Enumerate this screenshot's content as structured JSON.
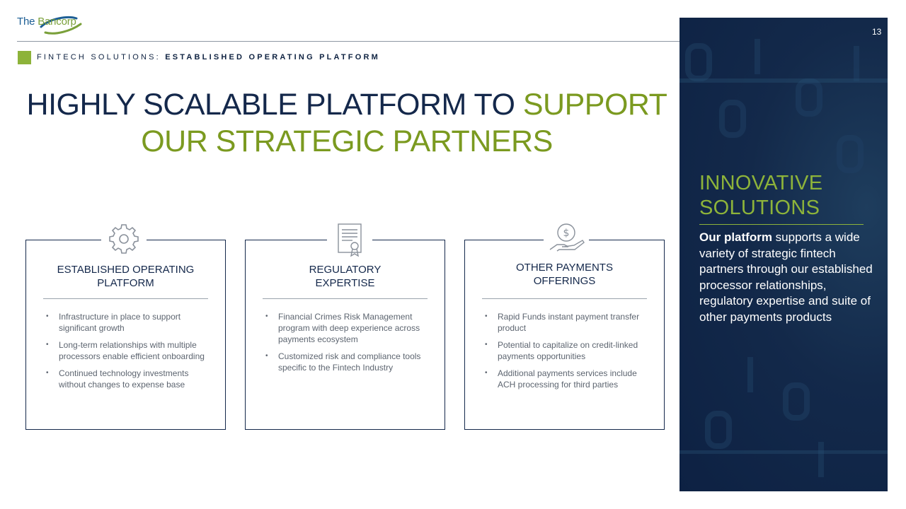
{
  "brand": {
    "name_prefix": "The",
    "name_main": "Bancorp",
    "colors": {
      "navy": "#14284b",
      "green": "#7b9a20",
      "accent_green": "#8db33a"
    }
  },
  "page_number": "13",
  "section": {
    "prefix": "FINTECH SOLUTIONS: ",
    "emphasis": "ESTABLISHED OPERATING PLATFORM"
  },
  "headline": {
    "line1_navy": "HIGHLY SCALABLE PLATFORM TO ",
    "line1_green": "SUPPORT",
    "line2_green": "OUR STRATEGIC PARTNERS"
  },
  "cards": [
    {
      "icon": "gear-icon",
      "title_line1": "ESTABLISHED OPERATING",
      "title_line2": "PLATFORM",
      "bullets": [
        "Infrastructure in place to support significant growth",
        "Long-term relationships with multiple processors enable efficient onboarding",
        "Continued technology investments without changes to expense base"
      ]
    },
    {
      "icon": "certificate-icon",
      "title_line1": "REGULATORY",
      "title_line2": "EXPERTISE",
      "bullets": [
        "Financial Crimes Risk Management program with deep experience across payments ecosystem",
        "Customized risk and compliance tools specific to the Fintech Industry"
      ]
    },
    {
      "icon": "hand-dollar-icon",
      "title_line1": "OTHER PAYMENTS",
      "title_line2": "OFFERINGS",
      "bullets": [
        "Rapid Funds instant payment transfer product",
        "Potential to capitalize on credit-linked payments opportunities",
        "Additional payments services include ACH processing for third parties"
      ]
    }
  ],
  "side_panel": {
    "title_line1": "INNOVATIVE",
    "title_line2": "SOLUTIONS",
    "body_bold": "Our platform",
    "body_rest": " supports a wide variety of strategic fintech partners through our established processor relationships, regulatory expertise and suite of other payments products"
  }
}
